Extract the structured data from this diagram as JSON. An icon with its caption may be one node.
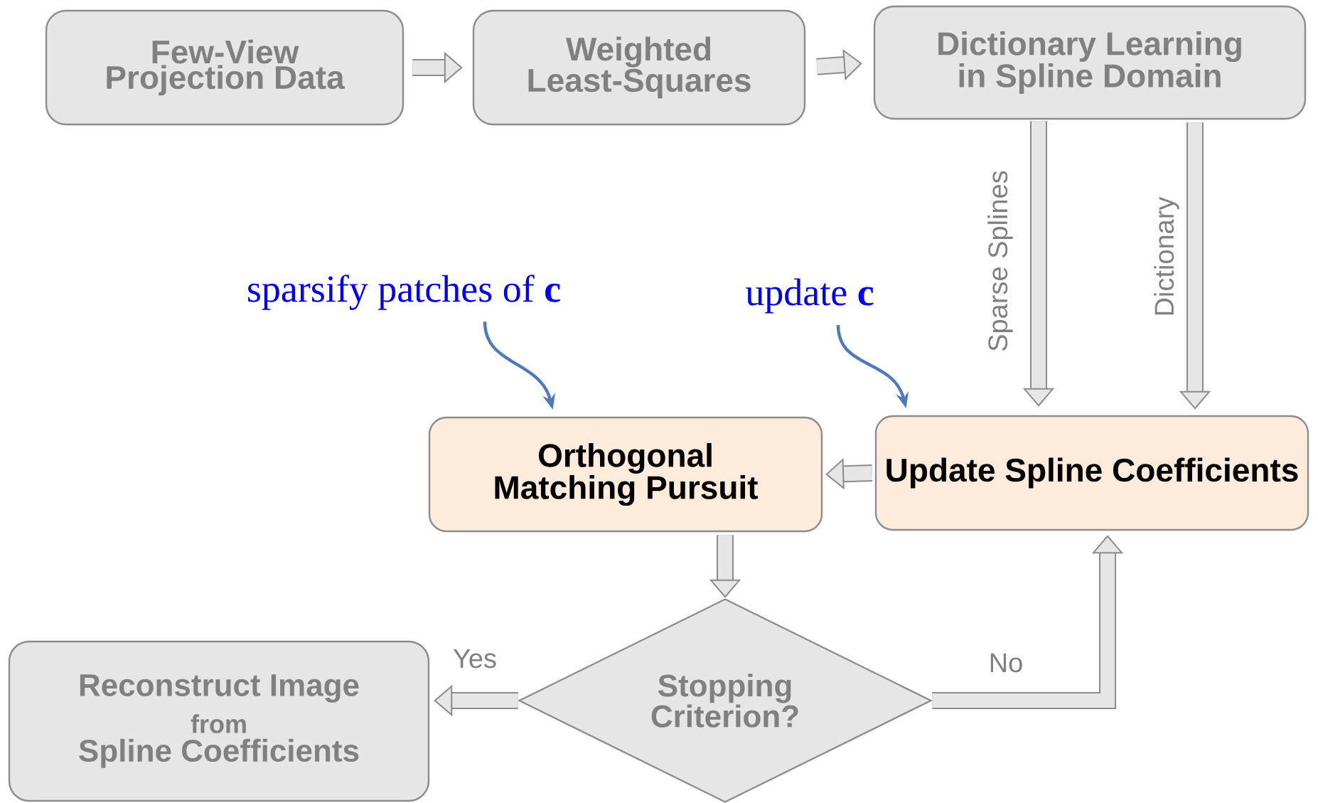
{
  "diagram": {
    "nodes": [
      {
        "text": [
          "Few-View Projection Data"
        ]
      },
      {
        "text": [
          "Weighted Least-Squares"
        ]
      },
      {
        "text": [
          "Dictionary Learning in Spline Domain"
        ]
      },
      {
        "text": [
          "sparsify patches of **c**"
        ]
      },
      {
        "text": [
          "update **c**"
        ]
      },
      {
        "text": [
          "Orthogonal Matching Pursuit"
        ]
      },
      {
        "text": [
          "Update Spline Coefficients"
        ]
      },
      {
        "text": [
          "Stopping Criterion?"
        ]
      },
      {
        "text": [
          "Reconstruct Image",
          "from",
          "Spline Coefficients"
        ]
      }
    ],
    "edges": [
      {
        "from": 0,
        "to": 1,
        "arrow": "to"
      },
      {
        "from": 1,
        "to": 2,
        "arrow": "to"
      },
      {
        "from": 2,
        "to": 6,
        "arrow": "to",
        "label": "Sparse Splines"
      },
      {
        "from": 2,
        "to": 6,
        "arrow": "to",
        "label": "Dictionary"
      },
      {
        "from": 3,
        "to": 5,
        "arrow": "to",
        "color": "#4f79bd"
      },
      {
        "from": 4,
        "to": 6,
        "arrow": "to",
        "color": "#4f79bd"
      },
      {
        "from": 6,
        "to": 5,
        "arrow": "to"
      },
      {
        "from": 5,
        "to": 7,
        "arrow": "to"
      },
      {
        "from": 7,
        "to": 8,
        "arrow": "to",
        "label": "Yes"
      },
      {
        "from": 7,
        "to": 6,
        "arrow": "to",
        "label": "No"
      }
    ]
  }
}
